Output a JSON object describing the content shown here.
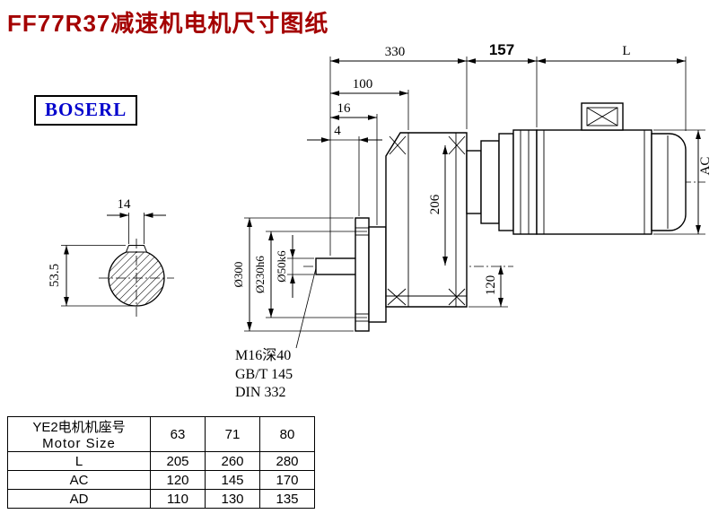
{
  "page": {
    "title": "FF77R37减速机电机尺寸图纸",
    "logo_text": "BOSERL"
  },
  "drawing": {
    "dims": {
      "len_overall": "330",
      "len_adapter": "157",
      "len_motor": "L",
      "d100": "100",
      "d16": "16",
      "d4": "4",
      "motor_diameter": "AC",
      "d206": "206",
      "d120": "120",
      "flange_od": "Ø300",
      "spigot_d": "Ø230h6",
      "shaft_d": "Ø50k6",
      "key_width": "14",
      "key_height": "53.5"
    },
    "notes": {
      "tap": "M16深40",
      "std1": "GB/T 145",
      "std2": "DIN 332"
    }
  },
  "table": {
    "header": {
      "line1": "YE2电机机座号",
      "line2": "Motor Size",
      "sizes": [
        "63",
        "71",
        "80"
      ]
    },
    "rows": [
      {
        "label": "L",
        "values": [
          "205",
          "260",
          "280"
        ]
      },
      {
        "label": "AC",
        "values": [
          "120",
          "145",
          "170"
        ]
      },
      {
        "label": "AD",
        "values": [
          "110",
          "130",
          "135"
        ]
      }
    ]
  },
  "colors": {
    "title_red": "#a40000",
    "logo_blue": "#0000cc",
    "line_black": "#000000"
  }
}
